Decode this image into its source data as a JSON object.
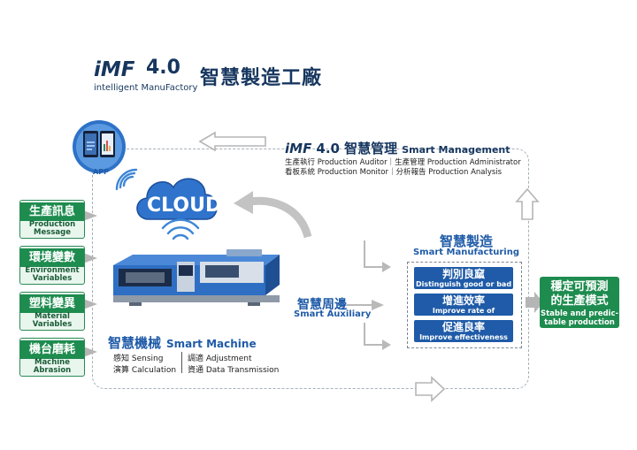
{
  "header": {
    "brand_imf": "iMF",
    "brand_version": "4.0",
    "brand_subtitle": "intelligent ManuFactory",
    "title_cn": "智慧製造工廠"
  },
  "left_inputs": [
    {
      "cn": "生產訊息",
      "en": "Production Message"
    },
    {
      "cn": "環境變數",
      "en": "Environment Variables"
    },
    {
      "cn": "塑料變異",
      "en": "Material Variables"
    },
    {
      "cn": "機台磨耗",
      "en": "Machine Abrasion"
    }
  ],
  "app": {
    "label": "APP"
  },
  "cloud": {
    "label": "CLOUD"
  },
  "management": {
    "brand": "iMF",
    "version": "4.0",
    "title_cn": "智慧管理",
    "title_en": "Smart Management",
    "line1": "生產執行 Production Auditor｜生產管理 Production Administrator",
    "line2": "看板系統 Production Monitor｜分析報告 Production Analysis"
  },
  "manufacturing": {
    "title_cn": "智慧製造",
    "title_en": "Smart Manufacturing",
    "items": [
      {
        "cn": "判別良窳",
        "en": "Distinguish good or bad"
      },
      {
        "cn": "增進效率",
        "en": "Improve rate of production"
      },
      {
        "cn": "促進良率",
        "en": "Improve effectiveness"
      }
    ]
  },
  "auxiliary": {
    "title_cn": "智慧周邊",
    "title_en": "Smart Auxiliary"
  },
  "machine": {
    "title_cn": "智慧機械",
    "title_en": "Smart Machine",
    "features": [
      "感知 Sensing",
      "演算 Calculation",
      "調適 Adjustment",
      "資通 Data Transmission"
    ]
  },
  "output": {
    "cn_line1": "穩定可預測",
    "cn_line2": "的生產模式",
    "en_line1": "Stable and predic-",
    "en_line2": "table production"
  },
  "colors": {
    "navy": "#16365f",
    "blue": "#1f5ba8",
    "green": "#1e8c4f",
    "arrow_gray": "#b5b5b5"
  }
}
